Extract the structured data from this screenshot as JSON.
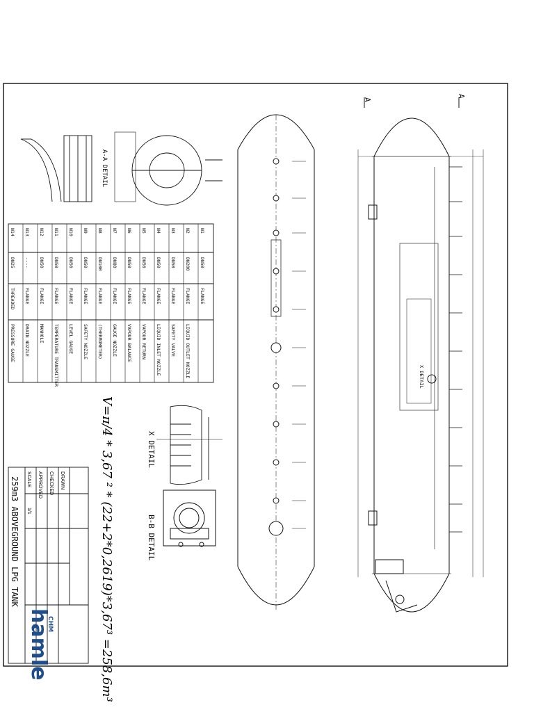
{
  "section_markers": {
    "a_left": "A",
    "a_right": "A"
  },
  "details": {
    "aa_title": "A-A DETAIL",
    "x_title": "X DETAIL",
    "bb_title": "B-B DETAIL",
    "x_marker": "X DETAIL"
  },
  "volume_formula": "V=π/4 * 3,67 ² * (22+2*0,2619)*3,67³ =258,6m³",
  "nozzle_table": {
    "rows": [
      [
        "N1",
        "DN50",
        "FLANGE",
        ""
      ],
      [
        "N2",
        "DN200",
        "FLANGE",
        "LIQUID OUTLET NOZZLE"
      ],
      [
        "N3",
        "DN50",
        "FLANGE",
        "SAFETY VALVE"
      ],
      [
        "N4",
        "DN50",
        "FLANGE",
        "LIQUID INLET NOZZLE"
      ],
      [
        "N5",
        "DN50",
        "FLANGE",
        "VAPOUR RETURN"
      ],
      [
        "N6",
        "DN50",
        "FLANGE",
        "VAPOUR BALANCE"
      ],
      [
        "N7",
        "DN80",
        "FLANGE",
        "GAUGE NOZZLE"
      ],
      [
        "N8",
        "DN100",
        "FLANGE",
        "(THERMOMETER)"
      ],
      [
        "N9",
        "DN50",
        "FLANGE",
        "SAFETY NOZZLE"
      ],
      [
        "N10",
        "DN50",
        "FLANGE",
        "LEVEL GAUGE"
      ],
      [
        "N11",
        "DN50",
        "FLANGE",
        "TEMPERATURE TRANSMITTER"
      ],
      [
        "N12",
        "DN50",
        "FLANGE",
        "MANHOLE"
      ],
      [
        "N13",
        "----",
        "FLANGE",
        "DRAIN NOZZLE"
      ],
      [
        "N14",
        "DN25",
        "THREADED",
        "PRESSURE GAUGE"
      ]
    ]
  },
  "title_block": {
    "title": "259m3 ABOVEGROUND LPG TANK",
    "company": "hamle",
    "company_sub": "CHM",
    "rows": [
      {
        "label": "SCALE",
        "value": "1/1"
      },
      {
        "label": "APPROVED",
        "value": ""
      },
      {
        "label": "CHECKED",
        "value": ""
      },
      {
        "label": "DRAWN",
        "value": ""
      }
    ]
  },
  "colors": {
    "line": "#111111",
    "brand_blue": "#1f4e8c",
    "background": "#ffffff"
  },
  "icons": [
    "hamle-logo"
  ]
}
